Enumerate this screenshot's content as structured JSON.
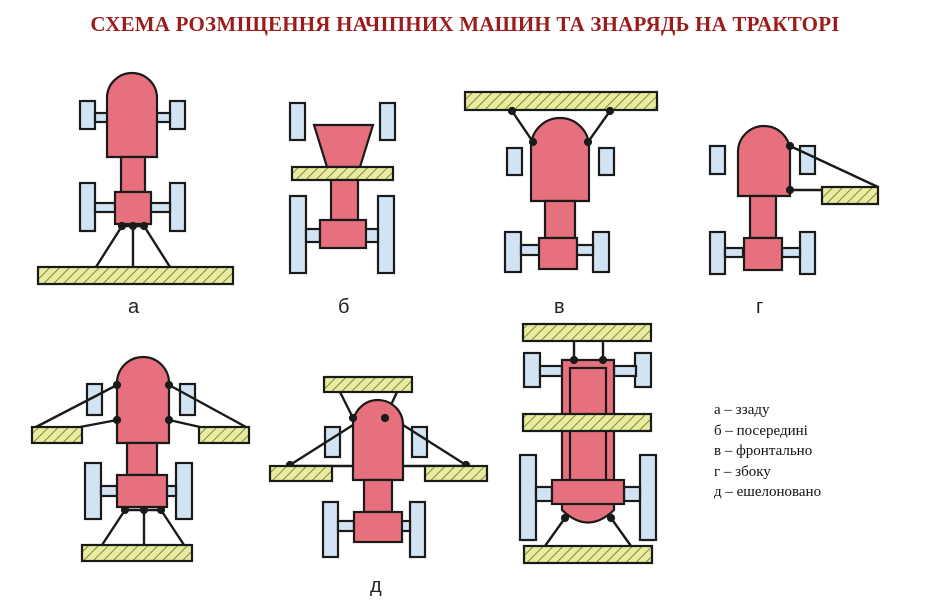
{
  "title": "СХЕМА РОЗМІЩЕННЯ НАЧІПНИХ МАШИН ТА ЗНАРЯДЬ НА ТРАКТОРІ",
  "colors": {
    "title": "#9c1b1b",
    "body": "#e7707e",
    "wheel": "#d2e4f4",
    "implement": "#e8ec9e",
    "outline": "#1a1a1a"
  },
  "labels": {
    "a": "а",
    "b": "б",
    "v": "в",
    "g": "г",
    "d": "д"
  },
  "legend": [
    "а – ззаду",
    "б – посередині",
    "в – фронтально",
    "г – збоку",
    "д – ешелоновано"
  ]
}
